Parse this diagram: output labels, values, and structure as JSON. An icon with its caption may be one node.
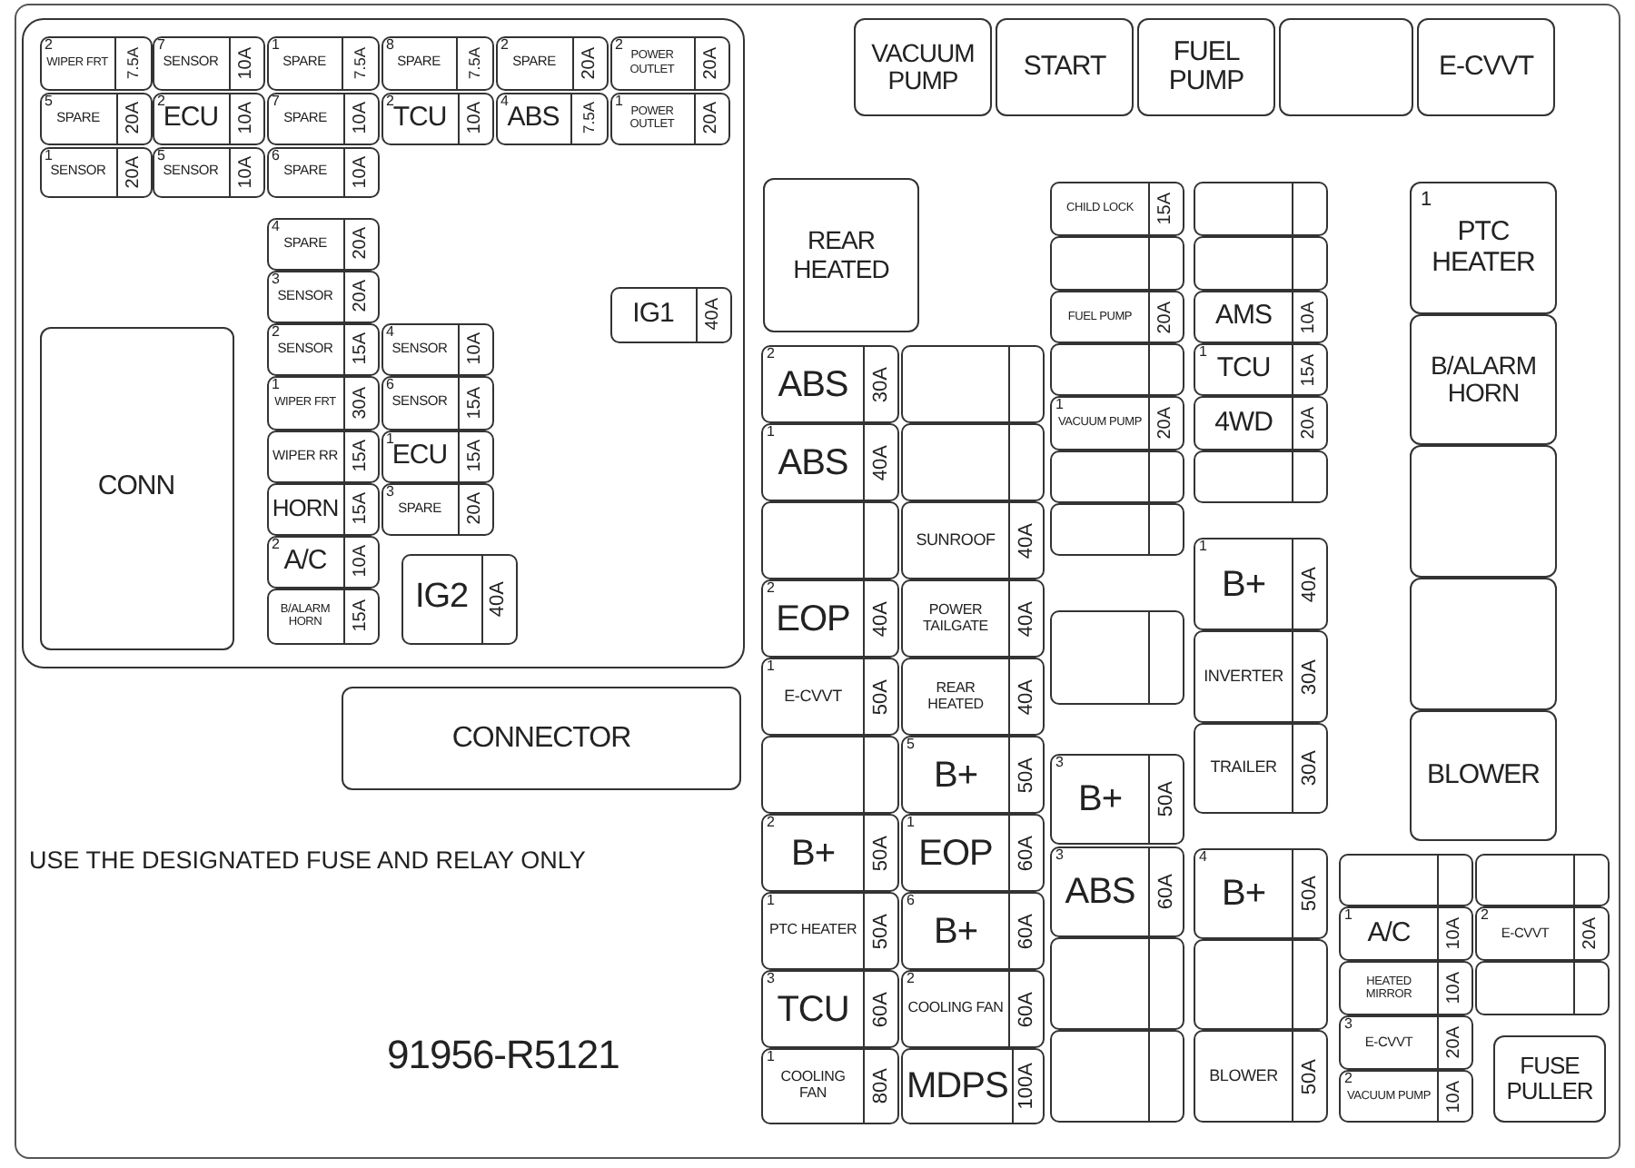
{
  "diagram": {
    "nodes": [
      {
        "text": [],
        "shape": "box"
      },
      {
        "text": [
          "2",
          "WIPER FRT",
          "7.5A"
        ],
        "in": 0
      },
      {
        "text": [
          "7",
          "SENSOR",
          "10A"
        ],
        "in": 0
      },
      {
        "text": [
          "1",
          "SPARE",
          "7.5A"
        ],
        "in": 0
      },
      {
        "text": [
          "8",
          "SPARE",
          "7.5A"
        ],
        "in": 0
      },
      {
        "text": [
          "2",
          "SPARE",
          "20A"
        ],
        "in": 0
      },
      {
        "text": [
          "2",
          "POWER OUTLET",
          "20A"
        ],
        "in": 0
      },
      {
        "text": [
          "5",
          "SPARE",
          "20A"
        ],
        "in": 0
      },
      {
        "text": [
          "2",
          "ECU",
          "10A"
        ],
        "in": 0
      },
      {
        "text": [
          "7",
          "SPARE",
          "10A"
        ],
        "in": 0
      },
      {
        "text": [
          "2",
          "TCU",
          "10A"
        ],
        "in": 0
      },
      {
        "text": [
          "4",
          "ABS",
          "7.5A"
        ],
        "in": 0
      },
      {
        "text": [
          "1",
          "POWER OUTLET",
          "20A"
        ],
        "in": 0
      },
      {
        "text": [
          "1",
          "SENSOR",
          "20A"
        ],
        "in": 0
      },
      {
        "text": [
          "5",
          "SENSOR",
          "10A"
        ],
        "in": 0
      },
      {
        "text": [
          "6",
          "SPARE",
          "10A"
        ],
        "in": 0
      },
      {
        "text": [
          "CONN"
        ],
        "in": 0
      },
      {
        "text": [
          "4",
          "SPARE",
          "20A"
        ],
        "in": 0
      },
      {
        "text": [
          "3",
          "SENSOR",
          "20A"
        ],
        "in": 0
      },
      {
        "text": [
          "2",
          "SENSOR",
          "15A"
        ],
        "in": 0
      },
      {
        "text": [
          "4",
          "SENSOR",
          "10A"
        ],
        "in": 0
      },
      {
        "text": [
          "1",
          "WIPER FRT",
          "30A"
        ],
        "in": 0
      },
      {
        "text": [
          "6",
          "SENSOR",
          "15A"
        ],
        "in": 0
      },
      {
        "text": [
          "WIPER RR",
          "15A"
        ],
        "in": 0
      },
      {
        "text": [
          "1",
          "ECU",
          "15A"
        ],
        "in": 0
      },
      {
        "text": [
          "HORN",
          "15A"
        ],
        "in": 0
      },
      {
        "text": [
          "3",
          "SPARE",
          "20A"
        ],
        "in": 0
      },
      {
        "text": [
          "2",
          "A/C",
          "10A"
        ],
        "in": 0
      },
      {
        "text": [
          "B/ALARM HORN",
          "15A"
        ],
        "in": 0
      },
      {
        "text": [
          "IG1",
          "40A"
        ],
        "in": 0
      },
      {
        "text": [
          "IG2",
          "40A"
        ],
        "in": 0
      },
      {
        "text": [
          "CONNECTOR"
        ]
      },
      {
        "text": [
          "VACUUM PUMP"
        ]
      },
      {
        "text": [
          "START"
        ]
      },
      {
        "text": [
          "FUEL PUMP"
        ]
      },
      {
        "text": [],
        "shape": "box"
      },
      {
        "text": [
          "E-CVVT"
        ]
      },
      {
        "text": [
          "REAR HEATED"
        ]
      },
      {
        "text": [
          "2",
          "ABS",
          "30A"
        ]
      },
      {
        "text": [
          "1",
          "ABS",
          "40A"
        ]
      },
      {
        "text": [],
        "shape": "box"
      },
      {
        "text": [
          "2",
          "EOP",
          "40A"
        ]
      },
      {
        "text": [
          "1",
          "E-CVVT",
          "50A"
        ]
      },
      {
        "text": [],
        "shape": "box"
      },
      {
        "text": [
          "2",
          "B+",
          "50A"
        ]
      },
      {
        "text": [
          "1",
          "PTC HEATER",
          "50A"
        ]
      },
      {
        "text": [
          "3",
          "TCU",
          "60A"
        ]
      },
      {
        "text": [
          "1",
          "COOLING FAN",
          "80A"
        ]
      },
      {
        "text": [],
        "shape": "box"
      },
      {
        "text": [],
        "shape": "box"
      },
      {
        "text": [
          "SUNROOF",
          "40A"
        ]
      },
      {
        "text": [
          "POWER TAILGATE",
          "40A"
        ]
      },
      {
        "text": [
          "REAR HEATED",
          "40A"
        ]
      },
      {
        "text": [
          "5",
          "B+",
          "50A"
        ]
      },
      {
        "text": [
          "1",
          "EOP",
          "60A"
        ]
      },
      {
        "text": [
          "6",
          "B+",
          "60A"
        ]
      },
      {
        "text": [
          "2",
          "COOLING FAN",
          "60A"
        ]
      },
      {
        "text": [
          "MDPS",
          "100A"
        ]
      },
      {
        "text": [
          "CHILD LOCK",
          "15A"
        ]
      },
      {
        "text": [],
        "shape": "box"
      },
      {
        "text": [
          "FUEL PUMP",
          "20A"
        ]
      },
      {
        "text": [],
        "shape": "box"
      },
      {
        "text": [
          "1",
          "VACUUM PUMP",
          "20A"
        ]
      },
      {
        "text": [],
        "shape": "box"
      },
      {
        "text": [],
        "shape": "box"
      },
      {
        "text": [],
        "shape": "box"
      },
      {
        "text": [
          "3",
          "B+",
          "50A"
        ]
      },
      {
        "text": [
          "3",
          "ABS",
          "60A"
        ]
      },
      {
        "text": [],
        "shape": "box"
      },
      {
        "text": [],
        "shape": "box"
      },
      {
        "text": [],
        "shape": "box"
      },
      {
        "text": [],
        "shape": "box"
      },
      {
        "text": [
          "AMS",
          "10A"
        ]
      },
      {
        "text": [
          "1",
          "TCU",
          "15A"
        ]
      },
      {
        "text": [
          "4WD",
          "20A"
        ]
      },
      {
        "text": [],
        "shape": "box"
      },
      {
        "text": [
          "1",
          "B+",
          "40A"
        ]
      },
      {
        "text": [
          "INVERTER",
          "30A"
        ]
      },
      {
        "text": [
          "TRAILER",
          "30A"
        ]
      },
      {
        "text": [
          "4",
          "B+",
          "50A"
        ]
      },
      {
        "text": [],
        "shape": "box"
      },
      {
        "text": [
          "BLOWER",
          "50A"
        ]
      },
      {
        "text": [
          "1",
          "PTC HEATER"
        ]
      },
      {
        "text": [
          "B/ALARM HORN"
        ]
      },
      {
        "text": [],
        "shape": "box"
      },
      {
        "text": [],
        "shape": "box"
      },
      {
        "text": [
          "BLOWER"
        ]
      },
      {
        "text": [],
        "shape": "box"
      },
      {
        "text": [],
        "shape": "box"
      },
      {
        "text": [
          "1",
          "A/C",
          "10A"
        ]
      },
      {
        "text": [
          "2",
          "E-CVVT",
          "20A"
        ]
      },
      {
        "text": [
          "HEATED MIRROR",
          "10A"
        ]
      },
      {
        "text": [],
        "shape": "box"
      },
      {
        "text": [
          "3",
          "E-CVVT",
          "20A"
        ]
      },
      {
        "text": [
          "2",
          "VACUUM PUMP",
          "10A"
        ]
      },
      {
        "text": [
          "FUSE PULLER"
        ]
      }
    ],
    "labels": [
      "USE THE DESIGNATED FUSE AND RELAY ONLY",
      "91956-R5121"
    ]
  }
}
